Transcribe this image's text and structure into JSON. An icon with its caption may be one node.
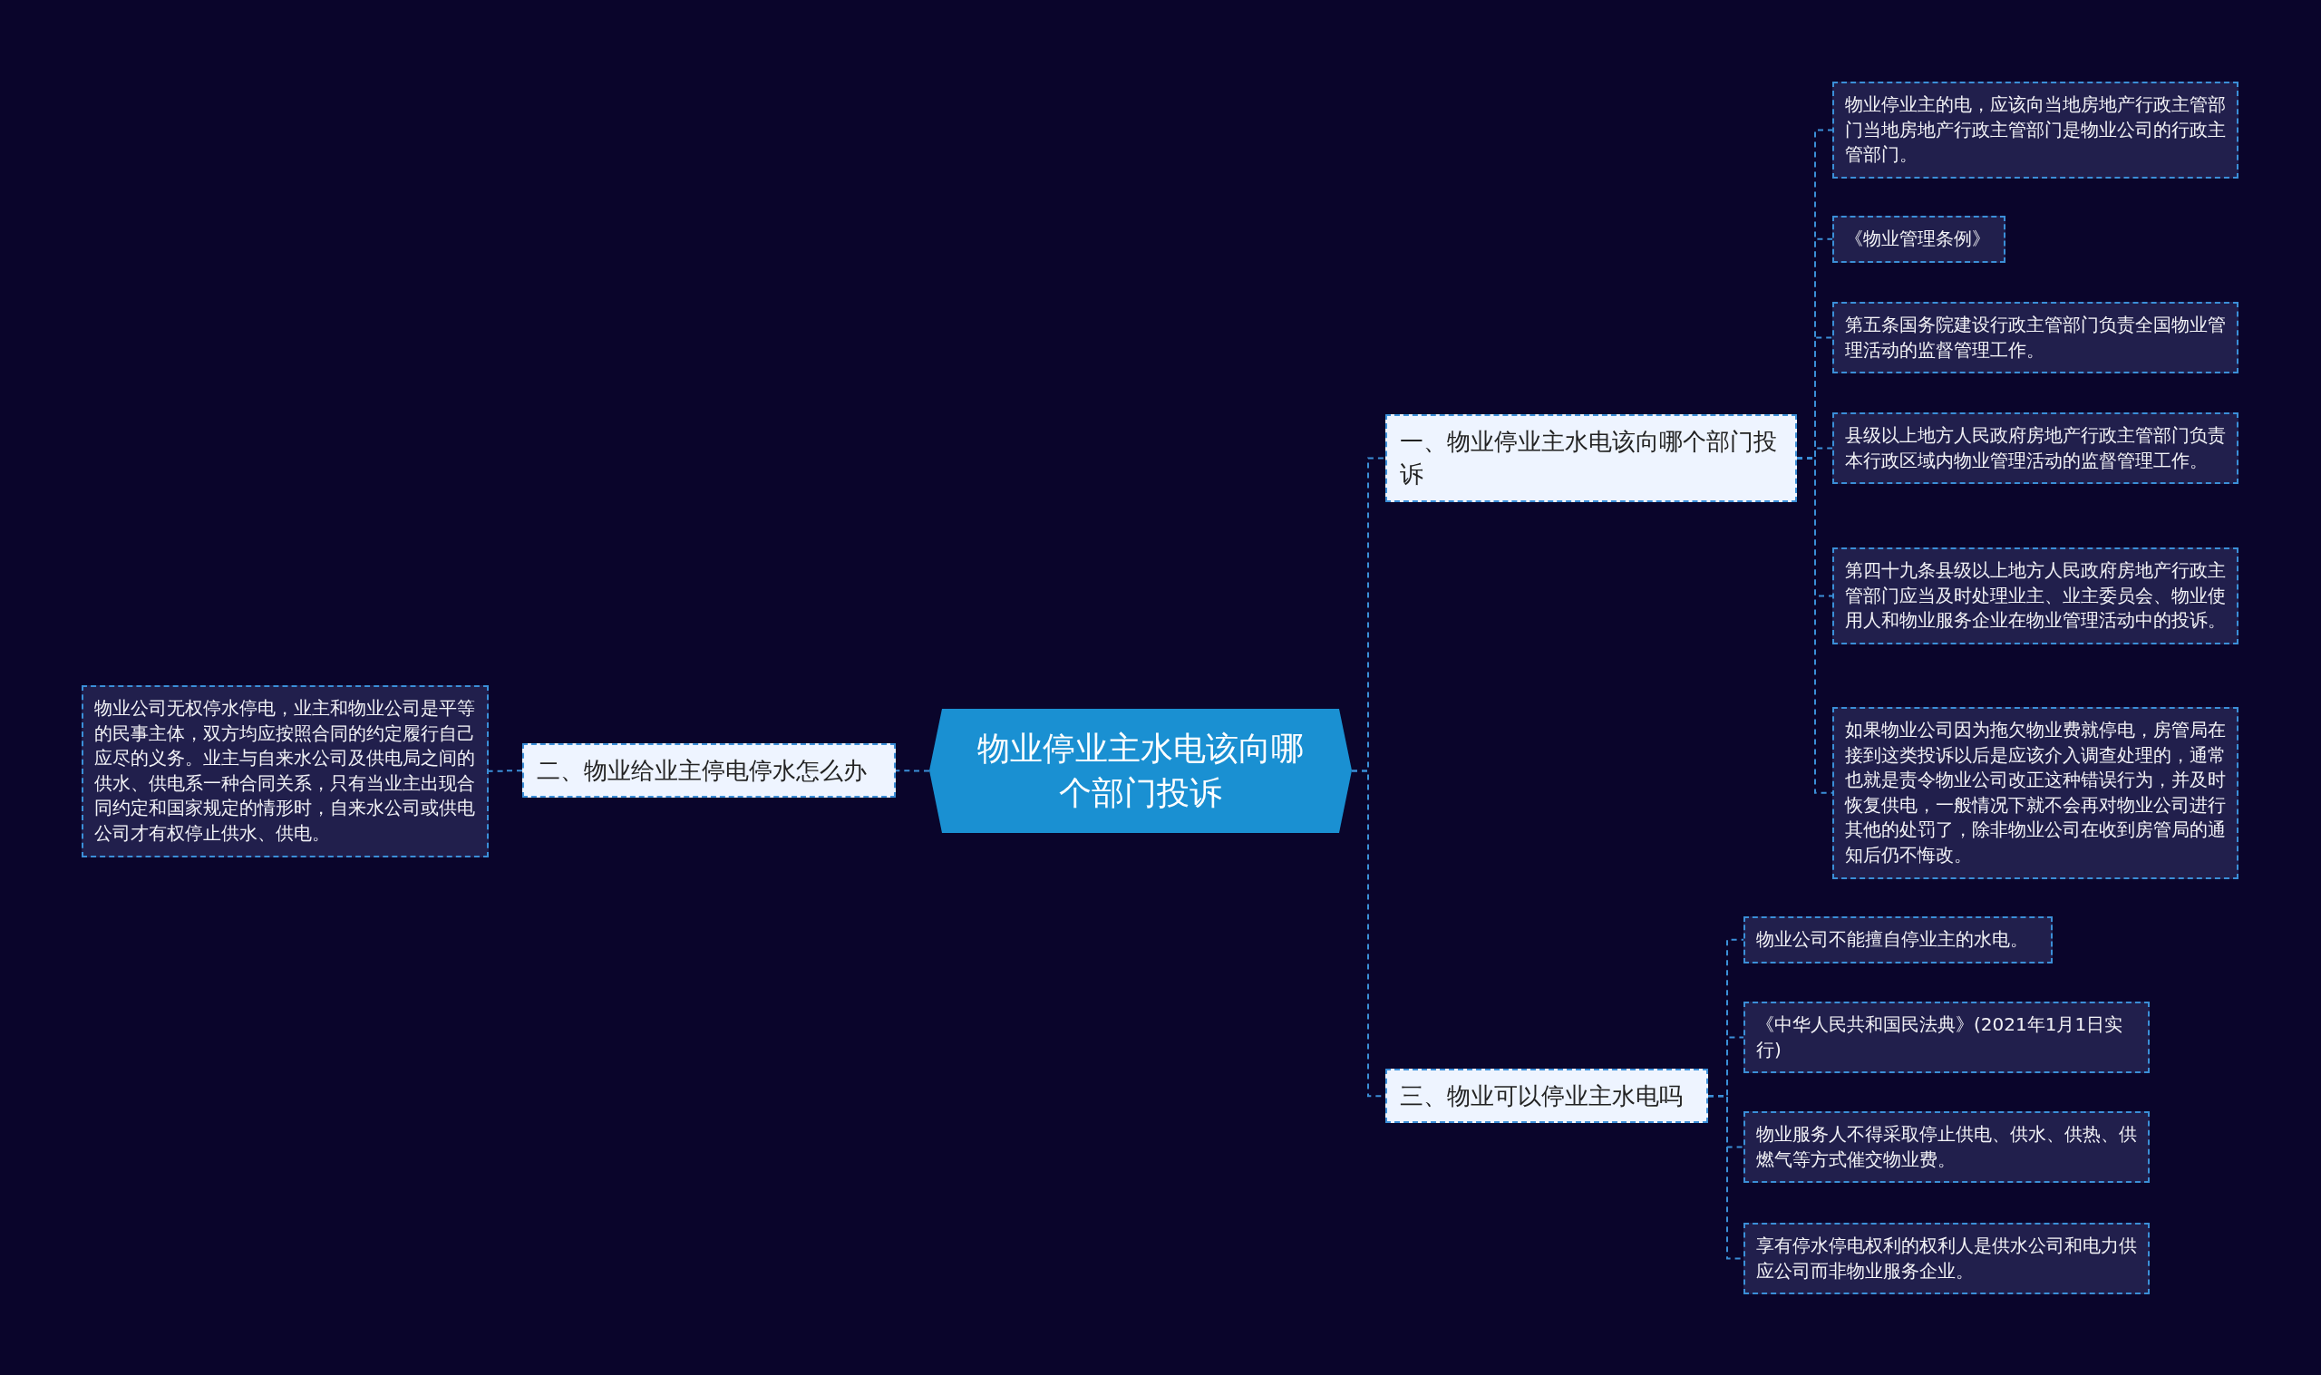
{
  "diagram": {
    "nodes": [
      {
        "text": [
          "物业停业主水电该向哪个部门投诉"
        ]
      },
      {
        "text": [
          "一、物业停业主水电该向哪个部门投诉"
        ]
      },
      {
        "text": [
          "物业停业主的电，应该向当地房地产行政主管部门当地房地产行政主管部门是物业公司的行政主管部门。"
        ]
      },
      {
        "text": [
          "《物业管理条例》"
        ]
      },
      {
        "text": [
          "第五条国务院建设行政主管部门负责全国物业管理活动的监督管理工作。"
        ]
      },
      {
        "text": [
          "县级以上地方人民政府房地产行政主管部门负责本行政区域内物业管理活动的监督管理工作。"
        ]
      },
      {
        "text": [
          "第四十九条县级以上地方人民政府房地产行政主管部门应当及时处理业主、业主委员会、物业使用人和物业服务企业在物业管理活动中的投诉。"
        ]
      },
      {
        "text": [
          "如果物业公司因为拖欠物业费就停电，房管局在接到这类投诉以后是应该介入调查处理的，通常也就是责令物业公司改正这种错误行为，并及时恢复供电，一般情况下就不会再对物业公司进行其他的处罚了，除非物业公司在收到房管局的通知后仍不悔改。"
        ]
      },
      {
        "text": [
          "二、物业给业主停电停水怎么办"
        ]
      },
      {
        "text": [
          "物业公司无权停水停电，业主和物业公司是平等的民事主体，双方均应按照合同的约定履行自己应尽的义务。业主与自来水公司及供电局之间的供水、供电系一种合同关系，只有当业主出现合同约定和国家规定的情形时，自来水公司或供电公司才有权停止供水、供电。"
        ]
      },
      {
        "text": [
          "三、物业可以停业主水电吗"
        ]
      },
      {
        "text": [
          "物业公司不能擅自停业主的水电。"
        ]
      },
      {
        "text": [
          "《中华人民共和国民法典》(2021年1月1日实行)"
        ]
      },
      {
        "text": [
          "物业服务人不得采取停止供电、供水、供热、供燃气等方式催交物业费。"
        ]
      },
      {
        "text": [
          "享有停水停电权利的权利人是供水公司和电力供应公司而非物业服务企业。"
        ]
      }
    ],
    "edges": [
      {
        "from": 0,
        "to": 1,
        "arrow": "none"
      },
      {
        "from": 1,
        "to": 2,
        "arrow": "none"
      },
      {
        "from": 1,
        "to": 3,
        "arrow": "none"
      },
      {
        "from": 1,
        "to": 4,
        "arrow": "none"
      },
      {
        "from": 1,
        "to": 5,
        "arrow": "none"
      },
      {
        "from": 1,
        "to": 6,
        "arrow": "none"
      },
      {
        "from": 1,
        "to": 7,
        "arrow": "none"
      },
      {
        "from": 0,
        "to": 8,
        "arrow": "none"
      },
      {
        "from": 8,
        "to": 9,
        "arrow": "none"
      },
      {
        "from": 0,
        "to": 10,
        "arrow": "none"
      },
      {
        "from": 10,
        "to": 11,
        "arrow": "none"
      },
      {
        "from": 10,
        "to": 12,
        "arrow": "none"
      },
      {
        "from": 10,
        "to": 13,
        "arrow": "none"
      },
      {
        "from": 10,
        "to": 14,
        "arrow": "none"
      }
    ]
  }
}
